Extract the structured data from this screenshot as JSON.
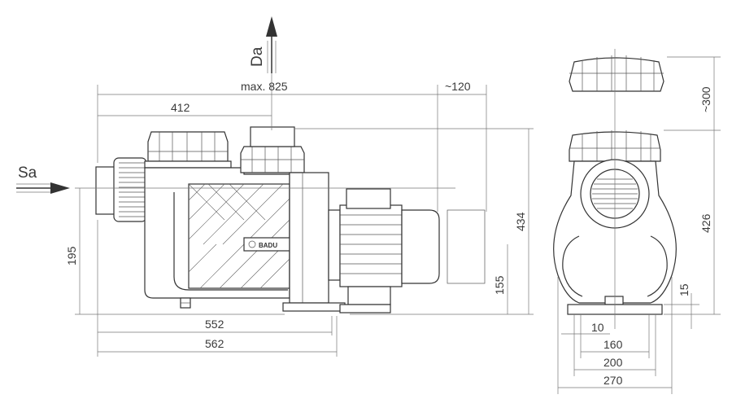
{
  "labels": {
    "inlet": "Sa",
    "outlet": "Da",
    "brand": "BADU"
  },
  "dimensions": {
    "max_length": "max. 825",
    "inlet_to_outlet": "412",
    "motor_clearance": "~120",
    "overall_height": "434",
    "inlet_height": "195",
    "foot_height": "155",
    "base_length_1": "552",
    "base_length_2": "562",
    "cover_clearance": "~300",
    "side_height": "426",
    "base_thickness": "15",
    "hole_offset": "10",
    "hole_spacing": "160",
    "foot_spacing": "200",
    "total_width": "270"
  }
}
